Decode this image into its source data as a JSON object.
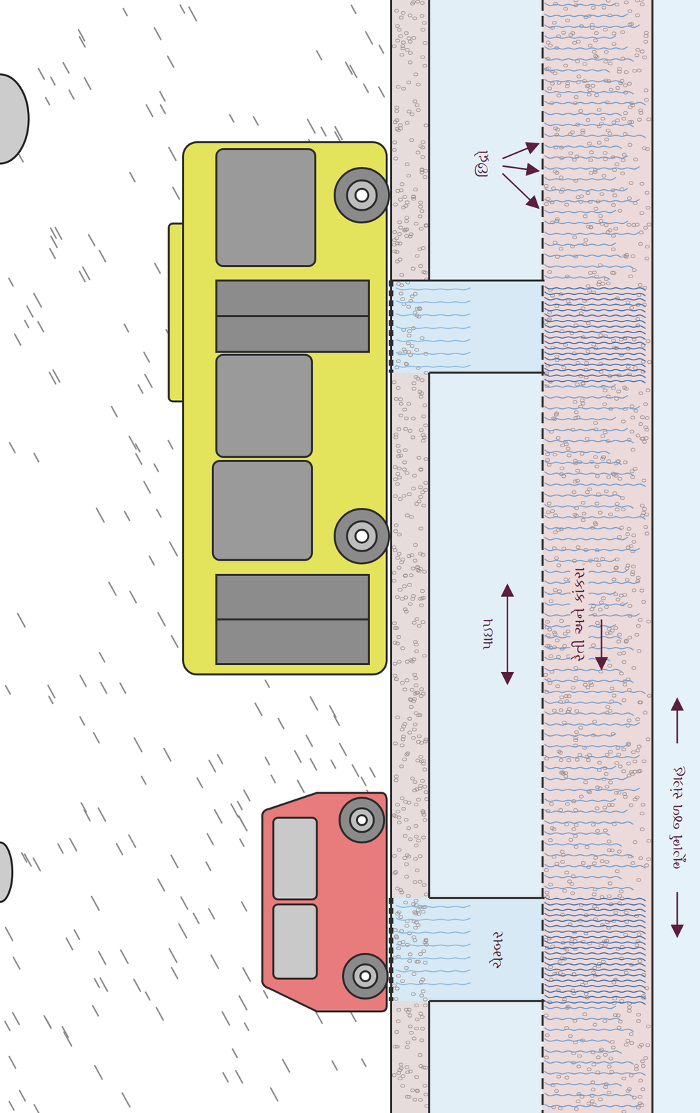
{
  "diagram": {
    "labels": [
      "છિદ્રો",
      "પાઇપ",
      "રેતી અને કાંકરા",
      "ચેમ્બર",
      "ભૂગર્ભ જળ સંગ્રહ"
    ]
  }
}
